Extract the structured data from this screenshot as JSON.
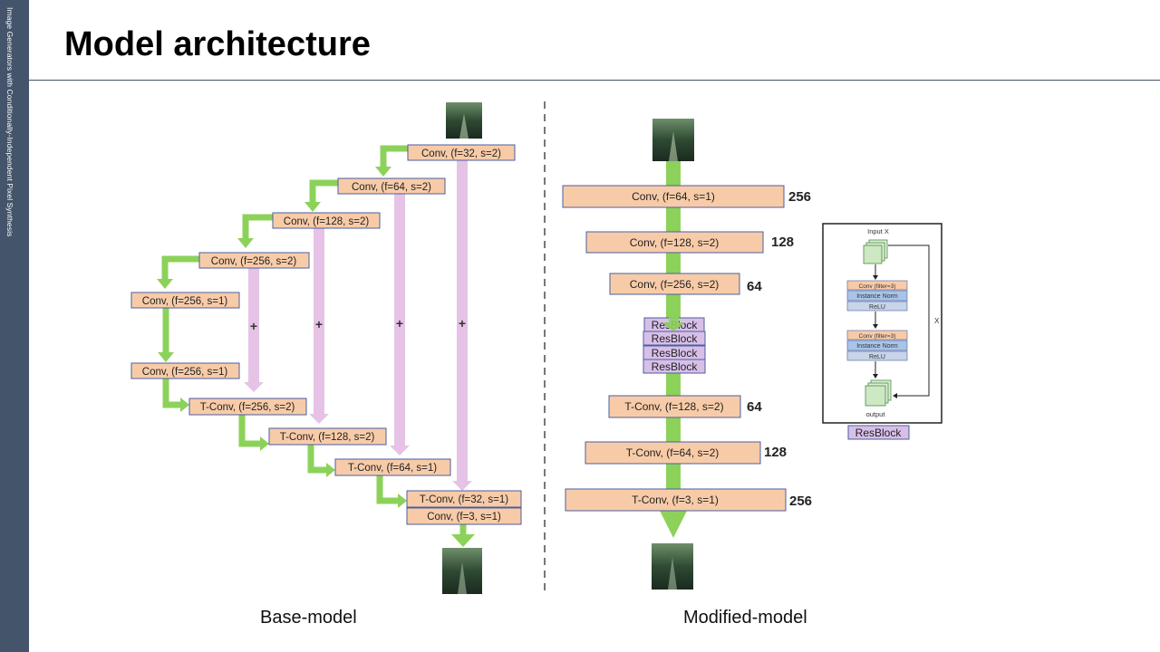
{
  "slide": {
    "side_label": "Image Generators with Conditionally-Independent Pixel Synthesis",
    "title": "Model architecture",
    "caption_left": "Base-model",
    "caption_right": "Modified-model"
  },
  "colors": {
    "sidebar": "#44546a",
    "block_fill": "#f8cba8",
    "block_stroke": "#4a5fa0",
    "arrow_green": "#8cd25a",
    "skip_pink": "#e6c3e6",
    "resblock_fill": "#d8bfe8"
  },
  "base_model": {
    "blocks": [
      "Conv, (f=32, s=2)",
      "Conv, (f=64, s=2)",
      "Conv, (f=128, s=2)",
      "Conv, (f=256, s=2)",
      "Conv, (f=256, s=1)",
      "Conv, (f=256, s=1)",
      "T-Conv, (f=256, s=2)",
      "T-Conv, (f=128, s=2)",
      "T-Conv, (f=64, s=1)",
      "T-Conv, (f=32, s=1)",
      "Conv, (f=3, s=1)"
    ],
    "skip_symbol": "+"
  },
  "modified_model": {
    "blocks": [
      "Conv, (f=64, s=1)",
      "Conv, (f=128, s=2)",
      "Conv, (f=256, s=2)",
      "T-Conv, (f=128, s=2)",
      "T-Conv, (f=64, s=2)",
      "T-Conv, (f=3, s=1)"
    ],
    "sizes": [
      "256",
      "128",
      "64",
      "64",
      "128",
      "256"
    ],
    "resblocks": [
      "ResBlock",
      "ResBlock",
      "ResBlock",
      "ResBlock"
    ]
  },
  "resblock_detail": {
    "input": "Input X",
    "layers": [
      "Conv (filter=3)",
      "Instance Norm",
      "ReLU",
      "Conv (filter=3)",
      "Instance Norm",
      "ReLU"
    ],
    "output": "output",
    "skip": "X",
    "label": "ResBlock"
  }
}
